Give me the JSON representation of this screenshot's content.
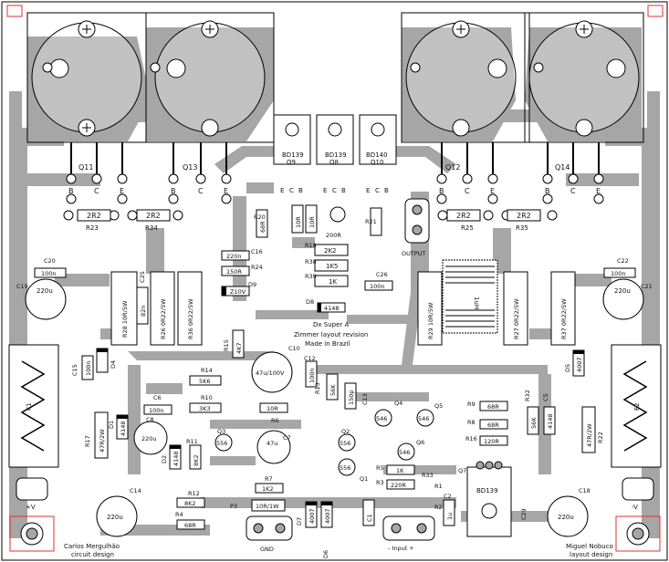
{
  "colors": {
    "copper": "#a6a6a6",
    "board": "#ffffff",
    "outline": "#000000",
    "mount_box": "#e0302c"
  },
  "transistors_top": [
    {
      "id": "Q11",
      "pins": [
        "B",
        "C",
        "E"
      ]
    },
    {
      "id": "Q13",
      "pins": [
        "B",
        "C",
        "E"
      ]
    },
    {
      "id": "Q12",
      "pins": [
        "B",
        "C",
        "E"
      ]
    },
    {
      "id": "Q14",
      "pins": [
        "B",
        "C",
        "E"
      ]
    }
  ],
  "drivers": [
    {
      "part": "BD139",
      "ref": "Q9",
      "pins": [
        "E",
        "C",
        "B"
      ]
    },
    {
      "part": "BD139",
      "ref": "Q8",
      "pins": [
        "E",
        "C",
        "B"
      ]
    },
    {
      "part": "BD140",
      "ref": "Q10",
      "pins": [
        "E",
        "C",
        "B"
      ]
    }
  ],
  "labels": {
    "r23": "2R2",
    "r23_ref": "R23",
    "r34": "2R2",
    "r34_ref": "R34",
    "r25": "2R2",
    "r25_ref": "R25",
    "r35": "2R2",
    "r35_ref": "R35",
    "r20": "68R",
    "r20_ref": "R20",
    "r36": "10R",
    "r18": "10R",
    "r18_ref": "R18",
    "r21": "R21",
    "p1": "200R",
    "r19": "R19",
    "r19_val": "2K2",
    "r38": "R38",
    "r38_val": "1K5",
    "r39": "R39",
    "r39_val": "1K",
    "c16": "220n",
    "c16_ref": "C16",
    "r24": "150R",
    "r24_ref": "R24",
    "z1": "Z10V",
    "d9": "D9",
    "c26": "C26",
    "c26_val": "100n",
    "d8": "D8",
    "d8_val": "4148",
    "output": "OUTPUT",
    "c20": "C20",
    "c20_val": "100n",
    "c19": "C19",
    "c19_val": "220u",
    "c22": "C22",
    "c22_val": "100n",
    "c21": "C21",
    "c21_val": "220u",
    "r28": "R28 10R/5W",
    "c25": "C25",
    "c25_val": "82n",
    "r26": "R26 0R22/5W",
    "r36v": "R36 0R22/5W",
    "r29": "R29 10R/5W",
    "r27": "R27 0R22/5W",
    "r37": "R37 0R22/5W",
    "l1": "1uH",
    "credit_a": "Dx Super A",
    "credit_b": "Zimmer layout revision",
    "credit_c": "Made in Brazil",
    "r15": "R15",
    "r15_val": "4K7",
    "c10": "C10",
    "c10_val": "47u/100V",
    "c12": "C12",
    "c12_val": "100n",
    "r13": "R13",
    "r13_val": "56K",
    "c13": "C13",
    "c13_val": "150p",
    "c15": "C15",
    "c15_val": "100n",
    "d4": "D4",
    "d5": "D5",
    "d5_val": "4007",
    "f1": "F1",
    "f2": "F2",
    "r14": "R14",
    "r14_val": "5K6",
    "r10": "R10",
    "r10_val": "3K3",
    "c6": "C6",
    "c6_val": "100n",
    "r9": "R9",
    "r9_val": "68R",
    "r8": "R8",
    "r8_val": "68R",
    "r16": "R16",
    "r16_val": "120R",
    "q4": "Q4",
    "q4_val": "546",
    "q5": "Q5",
    "q5_val": "546",
    "q6": "Q6",
    "q6_val": "546",
    "q3": "Q3",
    "q3_val": "556",
    "q2": "Q2",
    "q2_val": "556",
    "q1": "Q1",
    "q1_val": "556",
    "r32": "R32",
    "c5": "C5",
    "r17": "R17",
    "r17_val": "47R/2W",
    "r22": "R22",
    "r22_val": "47R/2W",
    "r6": "R6",
    "r6_val": "10R",
    "c8": "C8",
    "c8_val": "220u",
    "c7": "C7",
    "c7_val": "47u",
    "r5": "R5",
    "r5_val": "1K",
    "r3": "R3",
    "r3_val": "220R",
    "r1": "R1",
    "r11": "R11",
    "r11_val": "8K2",
    "r7": "R7",
    "r7_val": "1K2",
    "r12": "R12",
    "r12_val": "8K2",
    "r4": "R4",
    "r4_val": "68R",
    "p3": "P3",
    "r10w": "10R/1W",
    "d7": "D7",
    "d7_val": "4007",
    "d6": "D6",
    "c14": "C14",
    "c14_val": "220u",
    "c18": "C18",
    "c18_val": "220u",
    "c29": "C29",
    "q7": "Q7",
    "q7_val": "BD139",
    "d1": "D1",
    "d2": "D2",
    "d2_val": "4148",
    "r2": "R2",
    "r33": "R33",
    "c1": "C1",
    "c2": "C2",
    "c2_val": "1u",
    "r8k": "56K",
    "r4148": "4148",
    "v_plus": "+V",
    "v_minus": "-V",
    "gnd": "GND",
    "input": "- Input +",
    "designer": "Carlos Mergulhão",
    "designer_b": "circuit design",
    "layout": "Miguel Nobuco",
    "layout_b": "layout design"
  }
}
